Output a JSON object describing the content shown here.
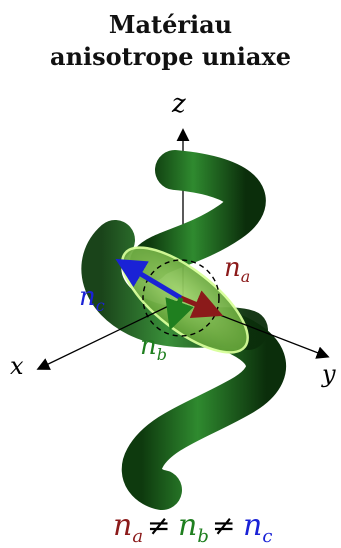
{
  "title": {
    "line1": "Matériau",
    "line2": "anisotrope uniaxe"
  },
  "axes": {
    "z": "z",
    "x": "x",
    "y": "y"
  },
  "indices": {
    "base": "n",
    "a": "a",
    "b": "b",
    "c": "c"
  },
  "relation": {
    "ne": "≠"
  },
  "colors": {
    "na": "#8b1a1a",
    "nb": "#1f7f1f",
    "nc": "#1a22d6",
    "helix": "#1f5f1f",
    "ellipse": "#7fbf4a"
  }
}
